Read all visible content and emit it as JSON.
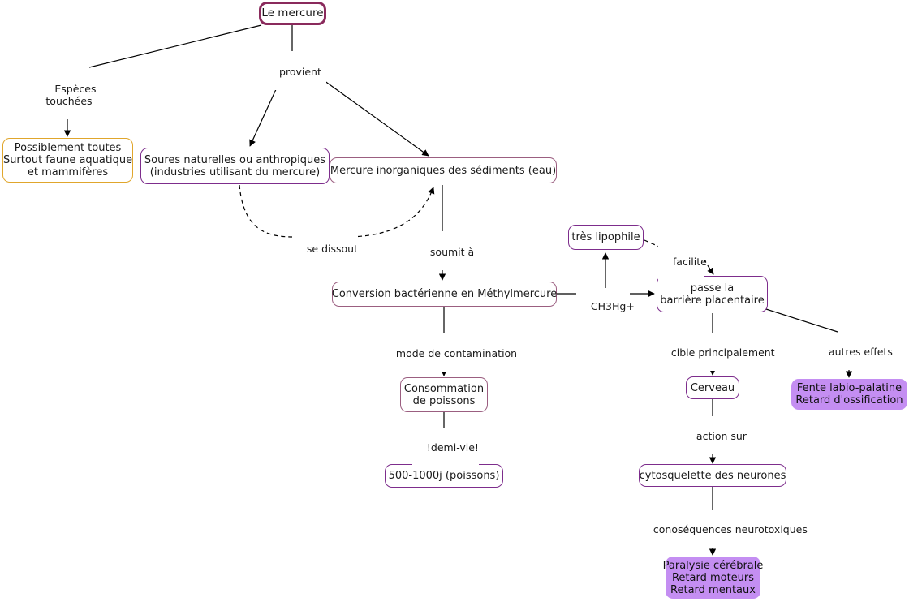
{
  "diagram": {
    "title": "Le mercure concept map",
    "language": "fr",
    "background": "#ffffff",
    "colors": {
      "root_border": "#8a2a5c",
      "plum_border": "#7d2d8c",
      "mauve_border": "#9b5e80",
      "amber_border": "#e0a62c",
      "filled_background": "#c48ef2",
      "edge": "#000000",
      "text": "#1a1a1a"
    },
    "nodes": [
      {
        "id": "root",
        "label": "Le mercure"
      },
      {
        "id": "especes",
        "label": "Possiblement toutes\nSurtout faune aquatique\net mammifères"
      },
      {
        "id": "sources",
        "label": "Soures naturelles ou anthropiques\n(industries utilisant du mercure)"
      },
      {
        "id": "inorganique",
        "label": "Mercure inorganiques des sédiments (eau)"
      },
      {
        "id": "conversion",
        "label": "Conversion bactérienne en Méthylmercure"
      },
      {
        "id": "lipophile",
        "label": "très lipophile"
      },
      {
        "id": "placentaire",
        "label": "passe la\nbarrière placentaire"
      },
      {
        "id": "consommation",
        "label": "Consommation\nde poissons"
      },
      {
        "id": "demivie",
        "label": "500-1000j (poissons)"
      },
      {
        "id": "cerveau",
        "label": "Cerveau"
      },
      {
        "id": "cytosquelette",
        "label": "cytosquelette des neurones"
      },
      {
        "id": "effets",
        "label": "Fente labio-palatine\nRetard d'ossification"
      },
      {
        "id": "neuro",
        "label": "Paralysie cérébrale\nRetard moteurs\nRetard mentaux"
      }
    ],
    "edge_labels": [
      {
        "id": "especes-touchees",
        "text": "Espèces\ntouchées"
      },
      {
        "id": "provient",
        "text": "provient"
      },
      {
        "id": "se-dissout",
        "text": "se dissout"
      },
      {
        "id": "soumit-a",
        "text": "soumit à"
      },
      {
        "id": "ch3hg",
        "text": "CH3Hg+"
      },
      {
        "id": "facilite",
        "text": "facilite"
      },
      {
        "id": "mode-contamination",
        "text": "mode de contamination"
      },
      {
        "id": "demi-vie",
        "text": "!demi-vie!"
      },
      {
        "id": "cible-principalement",
        "text": "cible principalement"
      },
      {
        "id": "autres-effets",
        "text": "autres effets"
      },
      {
        "id": "action-sur",
        "text": "action sur"
      },
      {
        "id": "consequences",
        "text": "conoséquences neurotoxiques"
      }
    ]
  }
}
